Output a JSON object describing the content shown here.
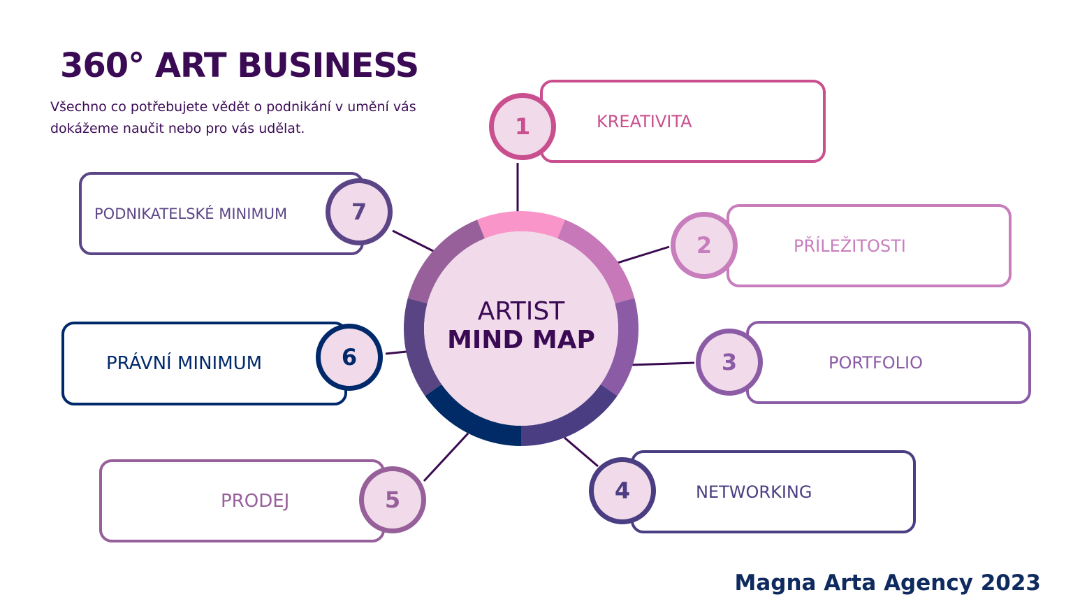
{
  "title": "360° ART BUSINESS",
  "subtitle": "Všechno co potřebujete vědět o podnikání v umění vás dokážeme naučit nebo pro vás udělat.",
  "center": {
    "line1": "ARTIST",
    "line2": "MIND MAP"
  },
  "nodes": [
    {
      "number": "1",
      "label": "KREATIVITA",
      "color": "#c94f8e"
    },
    {
      "number": "2",
      "label": "PŘÍLEŽITOSTI",
      "color": "#c87dbd"
    },
    {
      "number": "3",
      "label": "PORTFOLIO",
      "color": "#8c5ba6"
    },
    {
      "number": "4",
      "label": "NETWORKING",
      "color": "#4b3d82"
    },
    {
      "number": "5",
      "label": "PRODEJ",
      "color": "#97609a"
    },
    {
      "number": "6",
      "label": "PRÁVNÍ MINIMUM",
      "color": "#00296b"
    },
    {
      "number": "7",
      "label": "PODNIKATELSKÉ MINIMUM",
      "color": "#5c4586"
    }
  ],
  "footer": "Magna Arta Agency 2023"
}
